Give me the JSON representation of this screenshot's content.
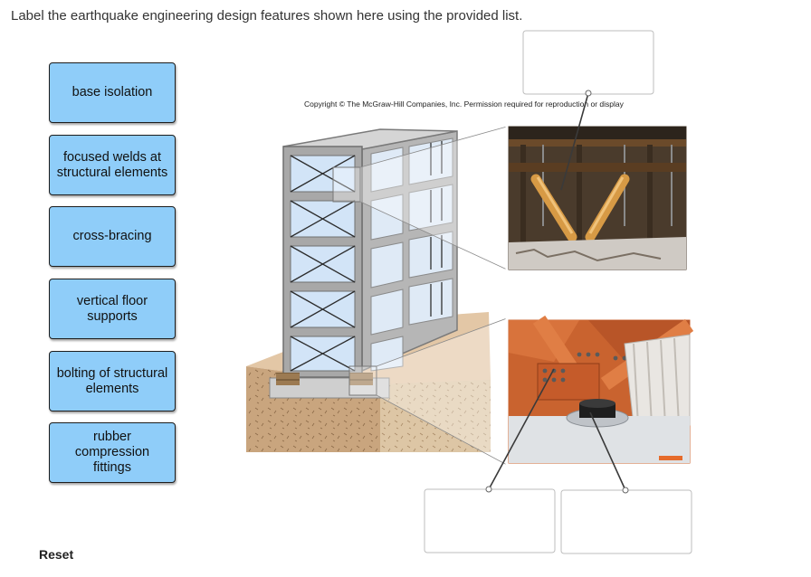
{
  "instruction": "Label the earthquake engineering design features shown here using the provided list.",
  "labels": [
    "base isolation",
    "focused welds at structural elements",
    "cross-bracing",
    "vertical floor supports",
    "bolting of structural elements",
    "rubber compression fittings"
  ],
  "reset_label": "Reset",
  "copyright": "Copyright © The McGraw-Hill Companies, Inc. Permission required for reproduction or display",
  "colors": {
    "chip_fill": "#8fcdf9",
    "leader_line": "#3a3a3a",
    "building_frame": "#9a9a9a",
    "glass": "#cfe3f7",
    "ground": "#c9a57e"
  }
}
